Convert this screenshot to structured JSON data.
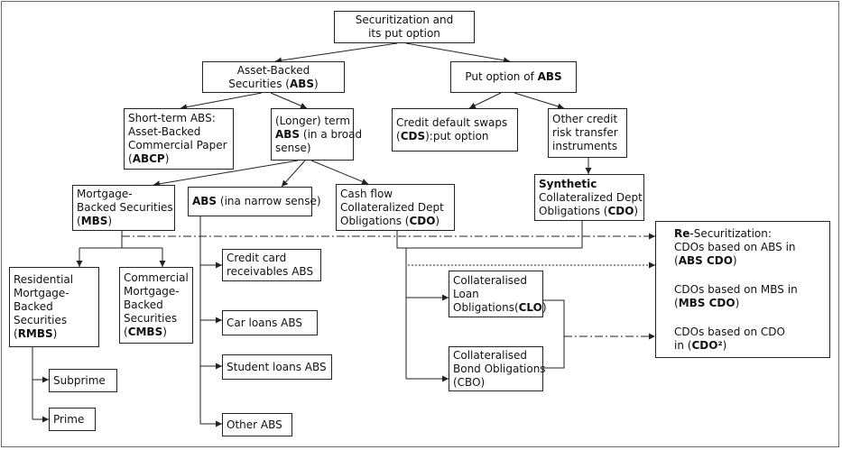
{
  "nodes": {
    "root": {
      "lines": [
        {
          "t": "Securitization and"
        },
        {
          "t": "its put option"
        }
      ]
    },
    "abs": {
      "lines": [
        {
          "t": "Asset-Backed"
        },
        {
          "t": "Securities (",
          "b": "ABS",
          "a": ")"
        }
      ]
    },
    "put_abs": {
      "lines": [
        {
          "t": "Put option of ",
          "b": "ABS"
        }
      ]
    },
    "short_abs": {
      "lines": [
        {
          "t": "Short-term ABS:"
        },
        {
          "t": "Asset-Backed"
        },
        {
          "t": "Commercial Paper"
        },
        {
          "t": "(",
          "b": "ABCP",
          "a": ")"
        }
      ]
    },
    "long_abs": {
      "lines": [
        {
          "t": "(Longer) term"
        },
        {
          "t": "",
          "b": "ABS",
          "a": " (in a broad"
        },
        {
          "t": "sense)"
        }
      ]
    },
    "cds": {
      "lines": [
        {
          "t": "Credit default swaps"
        },
        {
          "t": "(",
          "b": "CDS",
          "a": "):put option"
        }
      ]
    },
    "other_credit": {
      "lines": [
        {
          "t": "Other credit"
        },
        {
          "t": "risk transfer"
        },
        {
          "t": "instruments"
        }
      ]
    },
    "mbs": {
      "lines": [
        {
          "t": "Mortgage-"
        },
        {
          "t": "Backed Securities"
        },
        {
          "t": "(",
          "b": "MBS",
          "a": ")"
        }
      ]
    },
    "abs_narrow": {
      "lines": [
        {
          "t": "",
          "b": "ABS",
          "a": " (ina narrow sense)"
        }
      ]
    },
    "cashflow_cdo": {
      "lines": [
        {
          "t": "Cash flow"
        },
        {
          "t": "Collateralized Dept"
        },
        {
          "t": "Obligations (",
          "b": "CDO",
          "a": ")"
        }
      ]
    },
    "synthetic_cdo": {
      "lines": [
        {
          "t": "",
          "b": "Synthetic"
        },
        {
          "t": "Collateralized Dept"
        },
        {
          "t": "Obligations (",
          "b": "CDO",
          "a": ")"
        }
      ]
    },
    "resec": {
      "lines": [
        {
          "t": "",
          "b": "Re",
          "a": "-Securitization:"
        },
        {
          "t": "CDOs based on ABS in"
        },
        {
          "t": "(",
          "b": "ABS CDO",
          "a": ")"
        },
        {
          "gap": true
        },
        {
          "t": "CDOs based on MBS in"
        },
        {
          "t": "(",
          "b": "MBS CDO",
          "a": ")"
        },
        {
          "gap": true
        },
        {
          "t": "CDOs based on CDO"
        },
        {
          "t": "in (",
          "b": "CDO²",
          "a": ")"
        }
      ]
    },
    "rmbs": {
      "lines": [
        {
          "t": "Residential"
        },
        {
          "t": "Mortgage-"
        },
        {
          "t": "Backed"
        },
        {
          "t": "Securities"
        },
        {
          "t": "(",
          "b": "RMBS",
          "a": ")"
        }
      ]
    },
    "cmbs": {
      "lines": [
        {
          "t": "Commercial"
        },
        {
          "t": "Mortgage-"
        },
        {
          "t": "Backed"
        },
        {
          "t": "Securities"
        },
        {
          "t": "(",
          "b": "CMBS",
          "a": ")"
        }
      ]
    },
    "credit_card": {
      "lines": [
        {
          "t": "Credit card"
        },
        {
          "t": "receivables ABS"
        }
      ]
    },
    "car_loans": {
      "lines": [
        {
          "t": "Car loans ABS"
        }
      ]
    },
    "student_loans": {
      "lines": [
        {
          "t": "Student loans ABS"
        }
      ]
    },
    "other_abs": {
      "lines": [
        {
          "t": "Other ABS"
        }
      ]
    },
    "clo": {
      "lines": [
        {
          "t": "Collateralised"
        },
        {
          "t": "Loan"
        },
        {
          "t": "Obligations(",
          "b": "CLO",
          "a": ")"
        }
      ]
    },
    "cbo": {
      "lines": [
        {
          "t": "Collateralised"
        },
        {
          "t": "Bond Obligations"
        },
        {
          "t": "(CBO)"
        }
      ]
    },
    "subprime": {
      "lines": [
        {
          "t": "Subprime"
        }
      ]
    },
    "prime": {
      "lines": [
        {
          "t": "Prime"
        }
      ]
    }
  },
  "colors": {
    "border": "#222222",
    "frame": "#6b6b6b",
    "line": "#222222",
    "background": "#ffffff"
  }
}
